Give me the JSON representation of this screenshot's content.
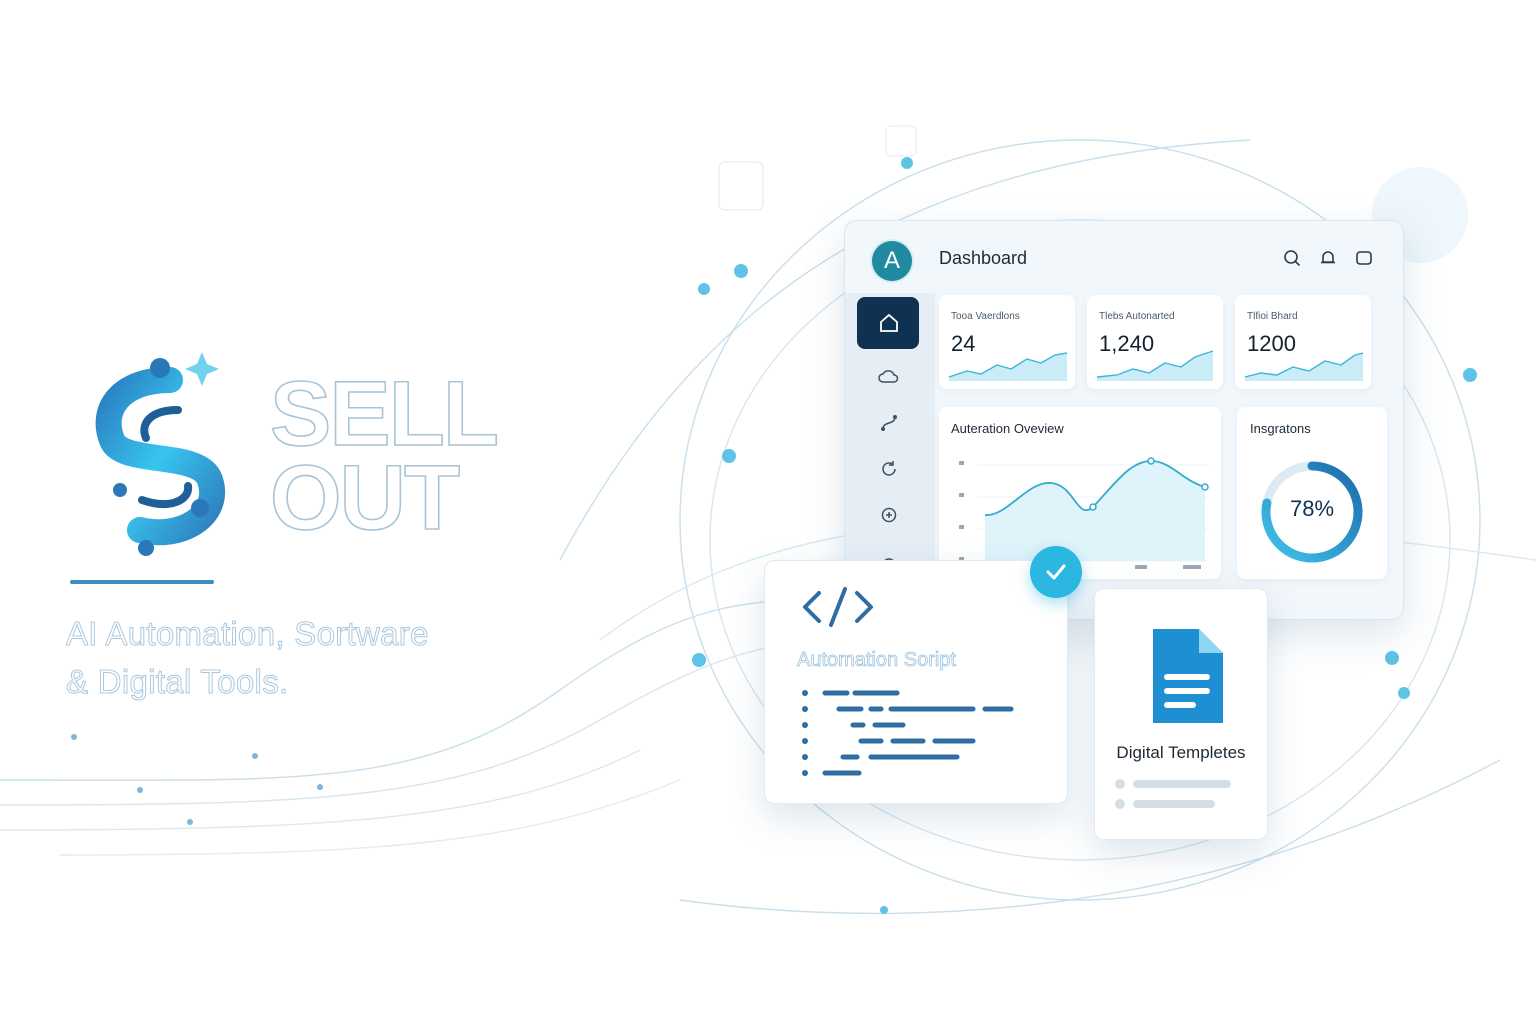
{
  "brand": {
    "name_line1": "SELL",
    "name_line2": "OUT",
    "tagline_line1": "AI Automation, Sortware",
    "tagline_line2": "& Digital Tools."
  },
  "dashboard": {
    "avatar_letter": "A",
    "title": "Dashboard",
    "header_icons": [
      "search-icon",
      "bell-icon",
      "window-icon"
    ],
    "sidebar_icons": [
      "home-icon",
      "cloud-icon",
      "route-icon",
      "refresh-icon",
      "sync-icon",
      "more-icon"
    ],
    "active_sidebar_index": 0,
    "stats": [
      {
        "label": "Tooa Vaerdlons",
        "value": "24"
      },
      {
        "label": "Tlebs Autonarted",
        "value": "1,240"
      },
      {
        "label": "Tlfioi Bhard",
        "value": "1200"
      }
    ],
    "overview": {
      "title": "Auteration Oveview"
    },
    "integrations": {
      "title": "Insgratons",
      "percent_label": "78%",
      "percent": 78
    }
  },
  "script_card": {
    "title": "Automation Soript"
  },
  "templates_card": {
    "title": "Digital Templetes"
  },
  "colors": {
    "accent": "#2bb7e0",
    "navy": "#0f3252",
    "teal_avatar": "#1f8aa0",
    "code_blue": "#2f6da3",
    "doc_blue": "#1e8fd2"
  }
}
